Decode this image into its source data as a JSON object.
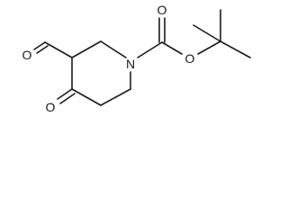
{
  "molecule": {
    "atoms": {
      "ring_nitrogen": "N",
      "ester_oxygen": "O",
      "carbonyl_oxygen": "O",
      "ketone_oxygen": "O",
      "aldehyde_oxygen": "O"
    }
  }
}
